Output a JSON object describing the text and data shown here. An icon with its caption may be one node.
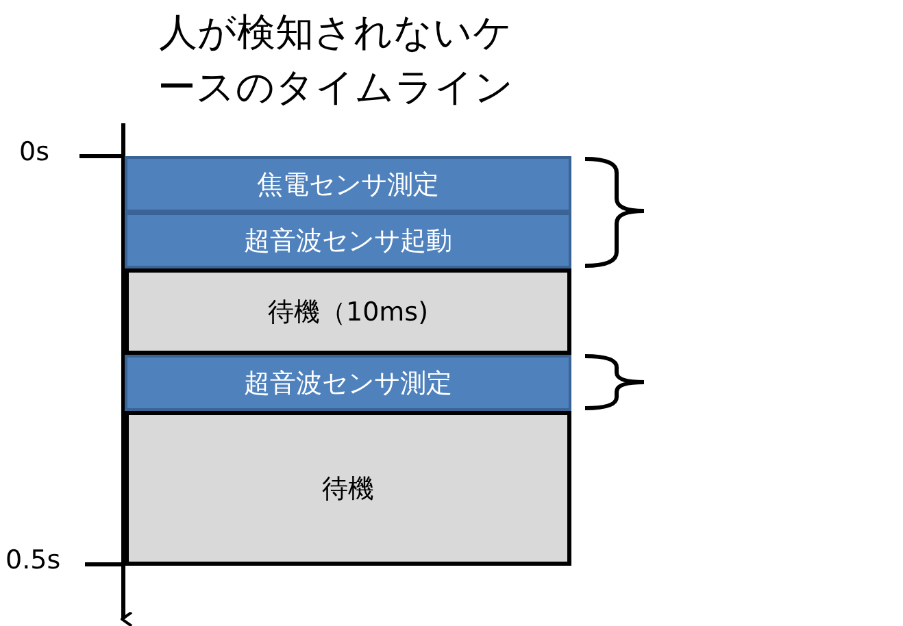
{
  "diagram": {
    "title": "人が検知されないケースのタイムライン",
    "nodes": [
      {
        "text": [
          "焦電センサ測定"
        ]
      },
      {
        "text": [
          "超音波センサ起動"
        ]
      },
      {
        "text": [
          "待機（10ms)"
        ]
      },
      {
        "text": [
          "超音波センサ測定"
        ]
      },
      {
        "text": [
          "待機"
        ]
      }
    ],
    "labels": [
      "0s",
      "0.5s"
    ]
  }
}
